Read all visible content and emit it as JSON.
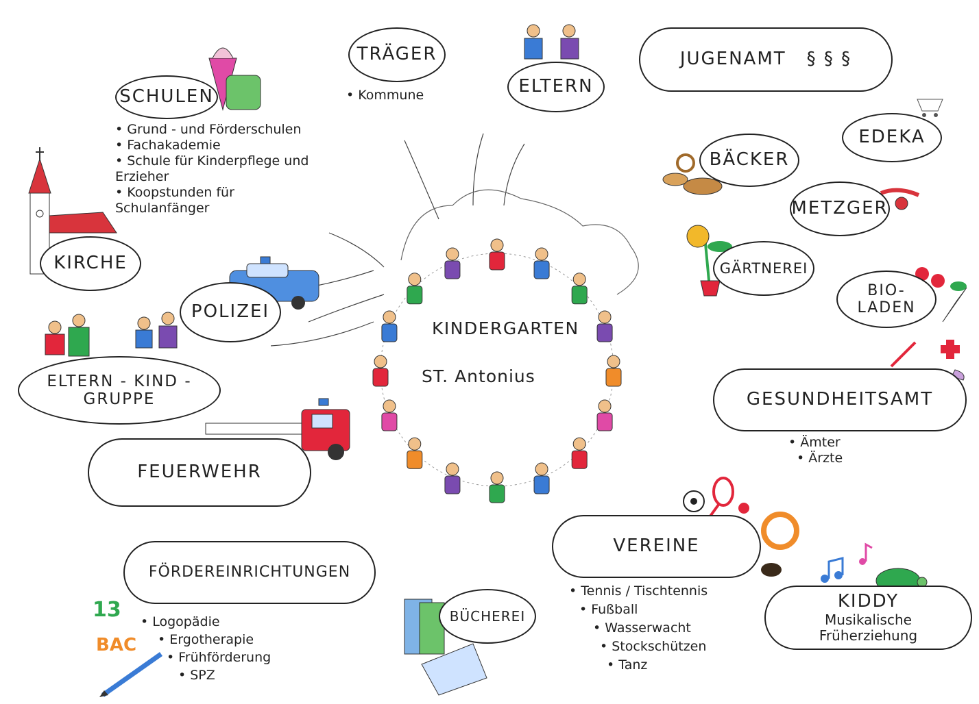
{
  "center": {
    "title": "KINDERGARTEN",
    "subtitle": "ST. Antonius"
  },
  "nodes": {
    "traeger": "TRÄGER",
    "eltern": "ELTERN",
    "jugenamt": "JUGENAMT",
    "jugenamt_symbol": "§ § §",
    "schulen": "SCHULEN",
    "edeka": "EDEKA",
    "baecker": "BÄCKER",
    "metzger": "METZGER",
    "kirche": "KIRCHE",
    "gaertnerei": "GÄRTNEREI",
    "bioladen": [
      "BIO-",
      "LADEN"
    ],
    "polizei": "POLIZEI",
    "eltern_kind": [
      "ELTERN - KIND -",
      "GRUPPE"
    ],
    "gesundheitsamt": "GESUNDHEITSAMT",
    "feuerwehr": "FEUERWEHR",
    "vereine": "VEREINE",
    "foerder": "FÖRDEREINRICHTUNGEN",
    "buecherei": "BÜCHEREI",
    "kiddy": [
      "KIDDY",
      "Musikalische",
      "Früherziehung"
    ]
  },
  "lists": {
    "traeger": [
      "Kommune"
    ],
    "schulen": [
      "Grund - und Förderschulen",
      "Fachakademie",
      "Schule für Kinderpflege und Erzieher",
      "Koopstunden für Schulanfänger"
    ],
    "gesundheitsamt": [
      "Ämter",
      "Ärzte"
    ],
    "vereine": [
      "Tennis / Tischtennis",
      "Fußball",
      "Wasserwacht",
      "Stockschützen",
      "Tanz"
    ],
    "foerder": [
      "Logopädie",
      "Ergotherapie",
      "Frühförderung",
      "SPZ"
    ]
  },
  "icons": {
    "schultuete": "school-cone-icon",
    "church": "church-icon",
    "police_car": "police-car-icon",
    "fire_truck": "fire-truck-icon",
    "bread": "bread-icon",
    "flower": "sunflower-icon",
    "cart": "shopping-cart-icon",
    "sausage": "sausage-icon",
    "vegetables": "vegetables-icon",
    "medical_cross": "medical-cross-icon",
    "sports": "sports-balls-icon",
    "books": "books-icon",
    "turtle": "turtle-icon",
    "music": "music-notes-icon",
    "pencil": "pencil-icon",
    "letters": "abc-icon"
  },
  "colors": {
    "ink": "#222222",
    "red": "#e2263b",
    "blue": "#3a7bd5",
    "green": "#2fa84f",
    "purple": "#7a4bb0",
    "orange": "#f08c2a"
  }
}
